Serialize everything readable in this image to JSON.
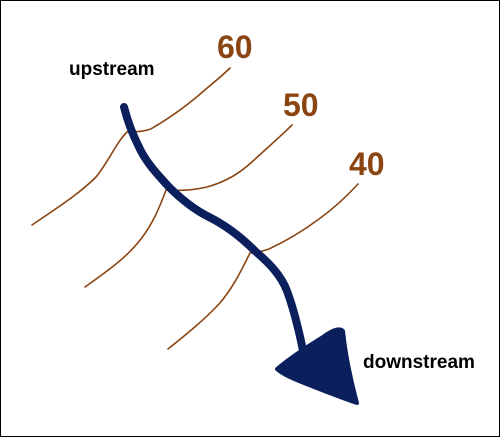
{
  "labels": {
    "upstream": "upstream",
    "downstream": "downstream"
  },
  "contours": [
    {
      "value": "60"
    },
    {
      "value": "50"
    },
    {
      "value": "40"
    }
  ],
  "colors": {
    "contour": "#8B4513",
    "contour_label": "#8B4513",
    "stream": "#0B1F5C",
    "text": "#000000",
    "border": "#000000",
    "background": "#FFFFFF"
  },
  "icons": {
    "flow_arrow": "arrowhead-icon"
  }
}
